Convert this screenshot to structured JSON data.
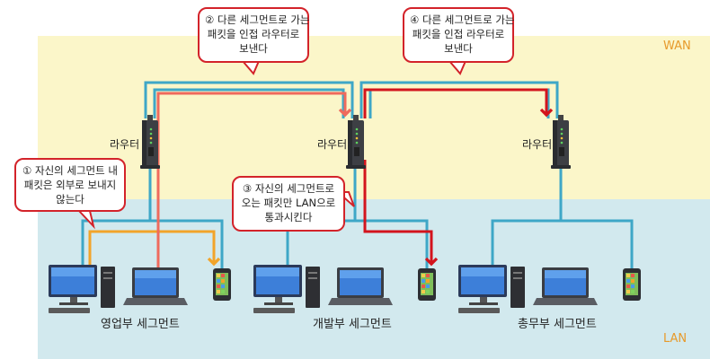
{
  "zones": {
    "wan_label": "WAN",
    "lan_label": "LAN"
  },
  "routers": [
    {
      "label": "라우터"
    },
    {
      "label": "라우터"
    },
    {
      "label": "라우터"
    }
  ],
  "segments": [
    {
      "label": "영업부 세그먼트"
    },
    {
      "label": "개발부 세그먼트"
    },
    {
      "label": "총무부 세그먼트"
    }
  ],
  "callouts": [
    {
      "lines": [
        "① 자신의 세그먼트 내",
        "패킷은 외부로 보내지",
        "않는다"
      ]
    },
    {
      "lines": [
        "② 다른 세그먼트로 가는",
        "패킷을 인접 라우터로",
        "보낸다"
      ]
    },
    {
      "lines": [
        "③ 자신의 세그먼트로",
        "오는 패킷만 LAN으로",
        "통과시킨다"
      ]
    },
    {
      "lines": [
        "④ 다른 세그먼트로 가는",
        "패킷을 인접 라우터로",
        "보낸다"
      ]
    }
  ],
  "colors": {
    "wan_bg": "#fbf6c9",
    "lan_bg": "#d2e9ee",
    "cable": "#3ea7c7",
    "path_local": "#f2a42a",
    "path_salmon": "#ef6a5d",
    "path_red": "#d3141d",
    "callout_border": "#d3232a",
    "wan_text": "#e79a2b"
  },
  "icons": [
    "router-icon",
    "desktop-pc-icon",
    "laptop-icon",
    "smartphone-icon"
  ]
}
